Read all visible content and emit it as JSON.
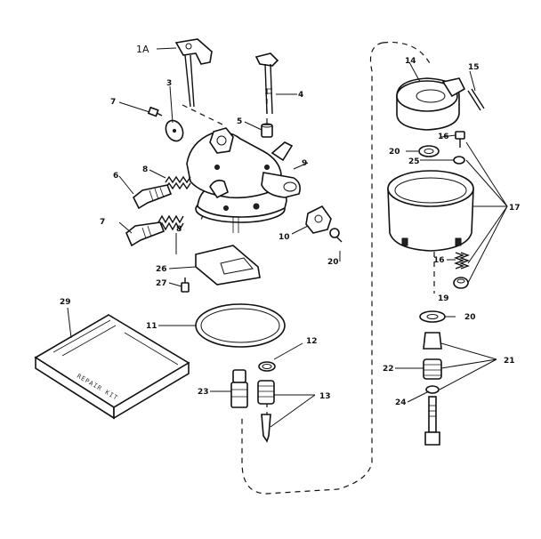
{
  "callouts": {
    "c1a": "1A",
    "c3": "3",
    "c4": "4",
    "c5": "5",
    "c6": "6",
    "c7a": "7",
    "c7b": "7",
    "c8a": "8",
    "c8b": "8",
    "c9": "9",
    "c10": "10",
    "c11": "11",
    "c12": "12",
    "c13": "13",
    "c14": "14",
    "c15": "15",
    "c16a": "16",
    "c16b": "16",
    "c17": "17",
    "c19": "19",
    "c20a": "20",
    "c20b": "20",
    "c20c": "20",
    "c21": "21",
    "c22": "22",
    "c23": "23",
    "c24": "24",
    "c25": "25",
    "c26": "26",
    "c27": "27",
    "c29": "29"
  },
  "repair_kit_label": "REPAIR KIT"
}
